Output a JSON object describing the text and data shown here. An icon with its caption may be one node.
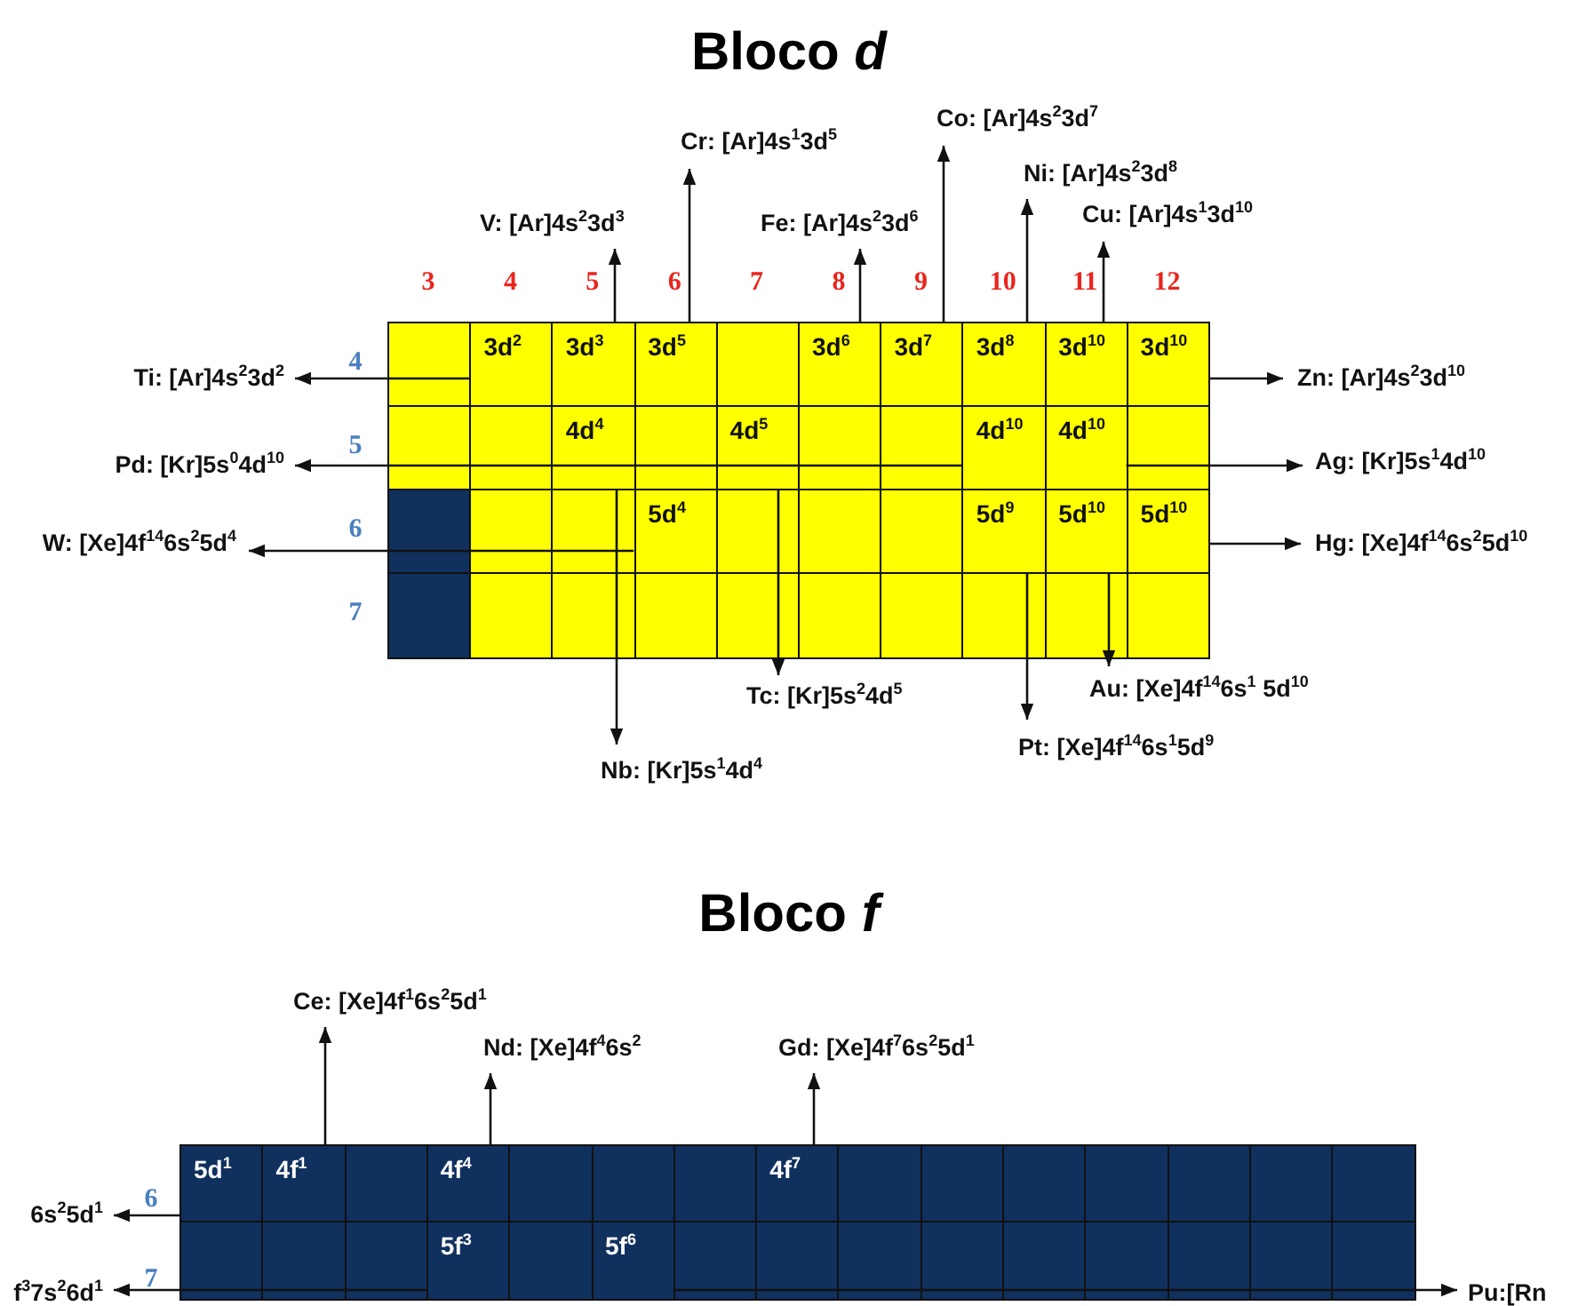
{
  "diagram": {
    "title": "Bloco *d*",
    "nodes": [
      {
        "text": [],
        "shape": "box"
      },
      {
        "text": [
          "3d$^{2}$"
        ]
      },
      {
        "text": [
          "3d$^{3}$"
        ]
      },
      {
        "text": [
          "3d$^{5}$"
        ]
      },
      {
        "text": [],
        "shape": "box"
      },
      {
        "text": [
          "3d$^{6}$"
        ]
      },
      {
        "text": [
          "3d$^{7}$"
        ]
      },
      {
        "text": [
          "3d$^{8}$"
        ]
      },
      {
        "text": [
          "3d$^{10}$"
        ]
      },
      {
        "text": [
          "3d$^{10}$"
        ]
      },
      {
        "text": [],
        "shape": "box"
      },
      {
        "text": [],
        "shape": "box"
      },
      {
        "text": [
          "4d$^{4}$"
        ]
      },
      {
        "text": [],
        "shape": "box"
      },
      {
        "text": [
          "4d$^{5}$"
        ]
      },
      {
        "text": [],
        "shape": "box"
      },
      {
        "text": [],
        "shape": "box"
      },
      {
        "text": [
          "4d$^{10}$"
        ]
      },
      {
        "text": [
          "4d$^{10}$"
        ]
      },
      {
        "text": [],
        "shape": "box"
      },
      {
        "text": [],
        "shape": "box"
      },
      {
        "text": [],
        "shape": "box"
      },
      {
        "text": [],
        "shape": "box"
      },
      {
        "text": [
          "5d$^{4}$"
        ]
      },
      {
        "text": [],
        "shape": "box"
      },
      {
        "text": [],
        "shape": "box"
      },
      {
        "text": [],
        "shape": "box"
      },
      {
        "text": [
          "5d$^{9}$"
        ]
      },
      {
        "text": [
          "5d$^{10}$"
        ]
      },
      {
        "text": [
          "5d$^{10}$"
        ]
      },
      {
        "text": [],
        "shape": "box"
      },
      {
        "text": [],
        "shape": "box"
      },
      {
        "text": [],
        "shape": "box"
      },
      {
        "text": [],
        "shape": "box"
      },
      {
        "text": [],
        "shape": "box"
      },
      {
        "text": [],
        "shape": "box"
      },
      {
        "text": [],
        "shape": "box"
      },
      {
        "text": [],
        "shape": "box"
      },
      {
        "text": [],
        "shape": "box"
      },
      {
        "text": [],
        "shape": "box"
      },
      {
        "text": [
          "Cr: [Ar]4s$^{1}$3d$^{5}$"
        ]
      },
      {
        "text": [
          "Co: [Ar]4s$^{2}$3d$^{7}$"
        ]
      },
      {
        "text": [
          "Ni: [Ar]4s$^{2}$3d$^{8}$"
        ]
      },
      {
        "text": [
          "Cu: [Ar]4s$^{1}$3d$^{10}$"
        ]
      },
      {
        "text": [
          "V: [Ar]4s$^{2}$3d$^{3}$"
        ]
      },
      {
        "text": [
          "Fe: [Ar]4s$^{2}$3d$^{6}$"
        ]
      },
      {
        "text": [
          "Ti: [Ar]4s$^{2}$3d$^{2}$"
        ]
      },
      {
        "text": [
          "Pd: [Kr]5s$^{0}$4d$^{10}$"
        ]
      },
      {
        "text": [
          "W: [Xe]4f$^{14}$6s$^{2}$5d$^{4}$"
        ]
      },
      {
        "text": [
          "Zn: [Ar]4s$^{2}$3d$^{10}$"
        ]
      },
      {
        "text": [
          "Ag: [Kr]5s$^{1}$4d$^{10}$"
        ]
      },
      {
        "text": [
          "Hg: [Xe]4f$^{14}$6s$^{2}$5d$^{10}$"
        ]
      },
      {
        "text": [
          "Tc: [Kr]5s$^{2}$4d$^{5}$"
        ]
      },
      {
        "text": [
          "Au: [Xe]4f$^{14}$6s$^{1}$ 5d$^{10}$"
        ]
      },
      {
        "text": [
          "Pt: [Xe]4f$^{14}$6s$^{1}$5d$^{9}$"
        ]
      },
      {
        "text": [
          "Nb: [Kr]5s$^{1}$4d$^{4}$"
        ]
      },
      {
        "text": [
          "5d$^{1}$"
        ]
      },
      {
        "text": [
          "4f$^{1}$"
        ]
      },
      {
        "text": [],
        "shape": "box"
      },
      {
        "text": [
          "4f$^{4}$"
        ]
      },
      {
        "text": [],
        "shape": "box"
      },
      {
        "text": [],
        "shape": "box"
      },
      {
        "text": [],
        "shape": "box"
      },
      {
        "text": [
          "4f$^{7}$"
        ]
      },
      {
        "text": [],
        "shape": "box"
      },
      {
        "text": [],
        "shape": "box"
      },
      {
        "text": [],
        "shape": "box"
      },
      {
        "text": [],
        "shape": "box"
      },
      {
        "text": [],
        "shape": "box"
      },
      {
        "text": [],
        "shape": "box"
      },
      {
        "text": [],
        "shape": "box"
      },
      {
        "text": [],
        "shape": "box"
      },
      {
        "text": [],
        "shape": "box"
      },
      {
        "text": [],
        "shape": "box"
      },
      {
        "text": [
          "5f$^{3}$"
        ]
      },
      {
        "text": [],
        "shape": "box"
      },
      {
        "text": [
          "5f$^{6}$"
        ]
      },
      {
        "text": [],
        "shape": "box"
      },
      {
        "text": [],
        "shape": "box"
      },
      {
        "text": [],
        "shape": "box"
      },
      {
        "text": [],
        "shape": "box"
      },
      {
        "text": [],
        "shape": "box"
      },
      {
        "text": [],
        "shape": "box"
      },
      {
        "text": [],
        "shape": "box"
      },
      {
        "text": [],
        "shape": "box"
      },
      {
        "text": [],
        "shape": "box"
      },
      {
        "text": [
          "Ce: [Xe]4f$^{1}$6s$^{2}$5d$^{1}$"
        ]
      },
      {
        "text": [
          "Nd: [Xe]4f$^{4}$6s$^{2}$"
        ]
      },
      {
        "text": [
          "Gd: [Xe]4f$^{7}$6s$^{2}$5d$^{1}$"
        ]
      },
      {
        "text": [
          "6s$^{2}$5d$^{1}$"
        ]
      },
      {
        "text": [
          "f$^{3}$7s$^{2}$6d$^{1}$"
        ]
      },
      {
        "text": [
          "Pu:[Rn"
        ]
      }
    ],
    "edges": [
      {
        "from": 3,
        "to": 40,
        "arrow": "to"
      },
      {
        "from": 6,
        "to": 41,
        "arrow": "to"
      },
      {
        "from": 7,
        "to": 42,
        "arrow": "to"
      },
      {
        "from": 8,
        "to": 43,
        "arrow": "to"
      },
      {
        "from": 2,
        "to": 44,
        "arrow": "to"
      },
      {
        "from": 5,
        "to": 45,
        "arrow": "to"
      },
      {
        "from": 1,
        "to": 46,
        "arrow": "to"
      },
      {
        "from": 17,
        "to": 47,
        "arrow": "to"
      },
      {
        "from": 23,
        "to": 48,
        "arrow": "to"
      },
      {
        "from": 9,
        "to": 49,
        "arrow": "to"
      },
      {
        "from": 18,
        "to": 50,
        "arrow": "to"
      },
      {
        "from": 29,
        "to": 51,
        "arrow": "to"
      },
      {
        "from": 14,
        "to": 52,
        "arrow": "to"
      },
      {
        "from": 28,
        "to": 53,
        "arrow": "to"
      },
      {
        "from": 27,
        "to": 54,
        "arrow": "to"
      },
      {
        "from": 12,
        "to": 55,
        "arrow": "to"
      },
      {
        "from": 57,
        "to": 86,
        "arrow": "to"
      },
      {
        "from": 59,
        "to": 87,
        "arrow": "to"
      },
      {
        "from": 63,
        "to": 88,
        "arrow": "to"
      },
      {
        "from": 56,
        "to": 89,
        "arrow": "to"
      },
      {
        "from": 74,
        "to": 90,
        "arrow": "to"
      },
      {
        "from": 76,
        "to": 91,
        "arrow": "to"
      }
    ],
    "labels": [
      "3",
      "4",
      "5",
      "6",
      "7",
      "8",
      "9",
      "10",
      "11",
      "12",
      "4",
      "5",
      "6",
      "7",
      "Bloco *f*",
      "6",
      "7"
    ]
  }
}
